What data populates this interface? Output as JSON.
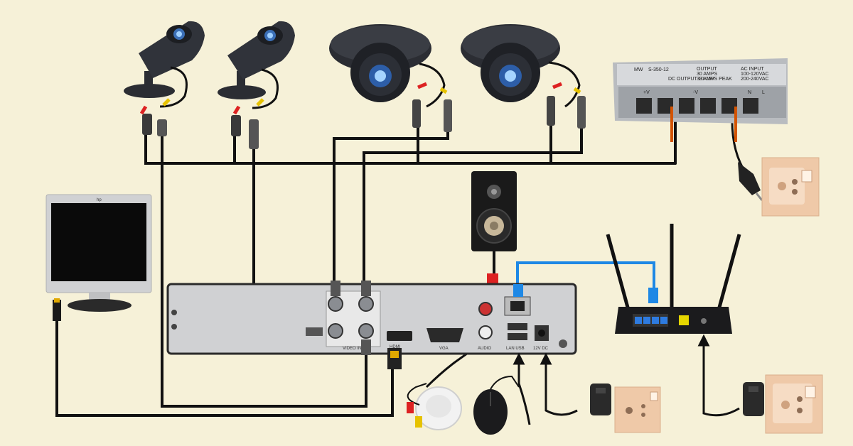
{
  "colors": {
    "background": "#f6f1d8",
    "cable": "#111111",
    "network_cable": "#1e88e5",
    "dvr_body": "#cfd0d2",
    "camera_body": "#2b2d33",
    "outlet_plate": "#efc9a8"
  },
  "psu": {
    "brand": "MW",
    "model": "S-350-12",
    "output_line1": "OUTPUT",
    "output_line2": "30 AMPS",
    "output_line3": "DC OUTPUT 10-15V",
    "output_line4": "33 AMPS PEAK",
    "input_line1": "AC INPUT",
    "input_line2": "100-120VAC",
    "input_line3": "200-240VAC",
    "terminal_pos": "+V",
    "terminal_neg": "-V",
    "terminal_n": "N",
    "terminal_l": "L"
  },
  "dvr": {
    "label_video_in": "VIDEO IN",
    "label_hdmi": "HDMI",
    "label_vga": "VGA",
    "label_audio": "AUDIO",
    "label_lan_usb": "LAN USB",
    "label_power": "12V DC"
  },
  "monitor": {
    "badge": "hp"
  },
  "icons": [
    "bullet-camera-icon",
    "dome-camera-icon",
    "power-supply-icon",
    "wall-socket-icon",
    "speaker-icon",
    "router-icon",
    "monitor-icon",
    "mouse-icon",
    "microphone-icon",
    "power-adapter-icon"
  ]
}
